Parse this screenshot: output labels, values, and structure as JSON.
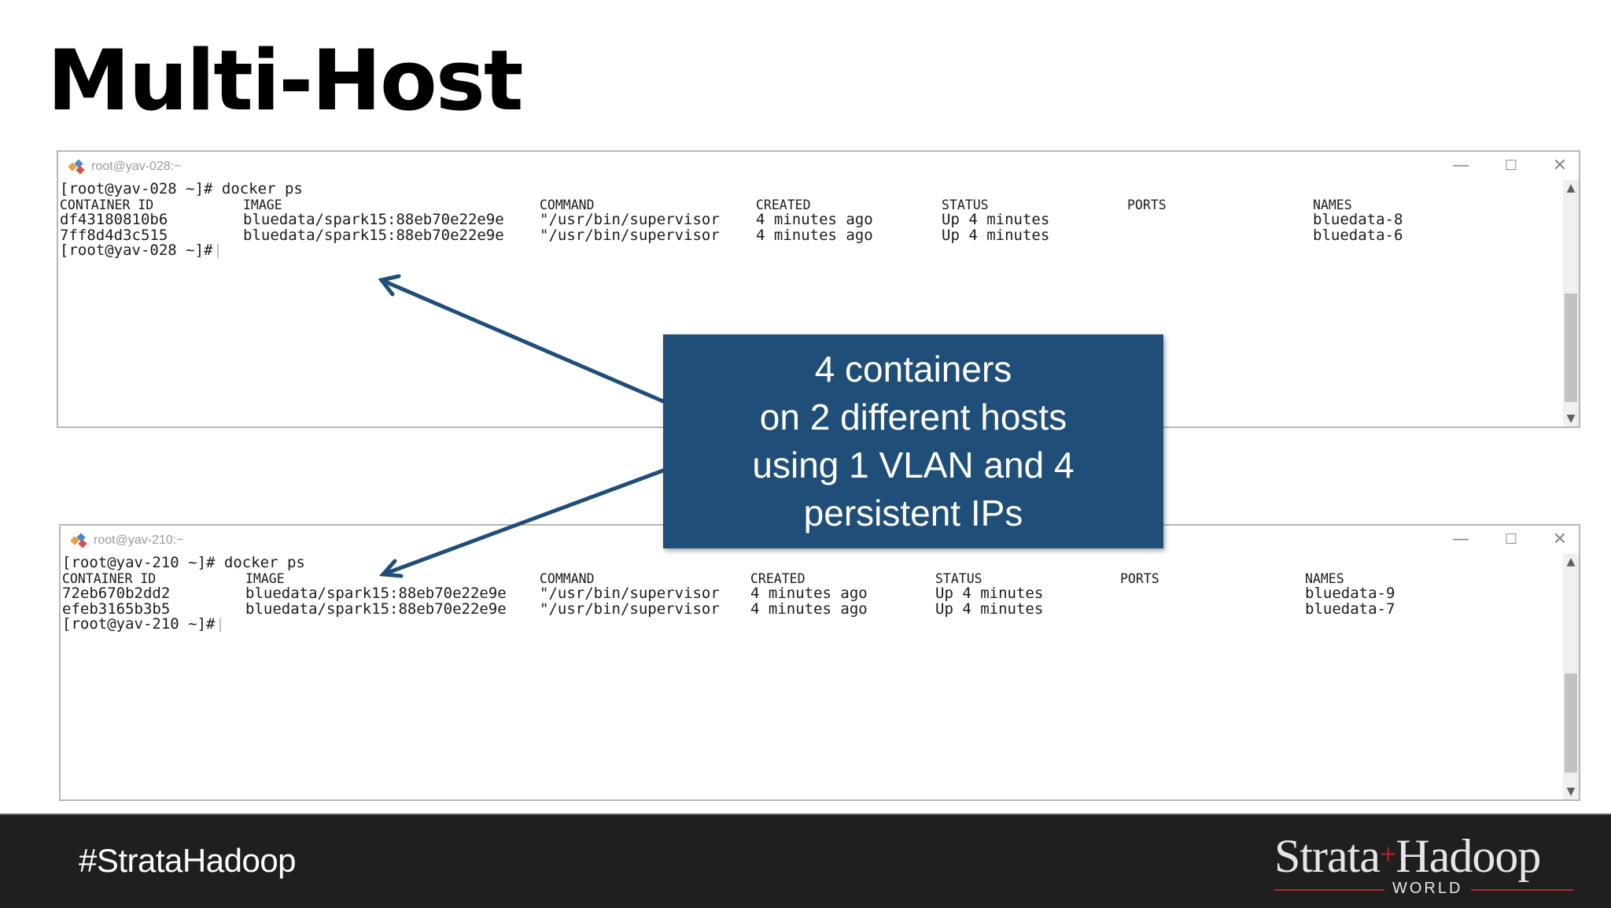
{
  "slide": {
    "title": "Multi-Host",
    "callout_lines": [
      "4 containers",
      "on 2 different hosts",
      "using 1 VLAN and 4",
      "persistent IPs"
    ],
    "hashtag": "#StrataHadoop",
    "logo": {
      "left": "Strata",
      "plus": "+",
      "right": "Hadoop",
      "world": "WORLD"
    }
  },
  "terminals": [
    {
      "window_title": "root@yav-028:~",
      "command_line": "[root@yav-028 ~]# docker ps",
      "prompt": "[root@yav-028 ~]#",
      "headers": [
        "CONTAINER ID",
        "IMAGE",
        "COMMAND",
        "CREATED",
        "STATUS",
        "PORTS",
        "NAMES"
      ],
      "rows": [
        [
          "df43180810b6",
          "bluedata/spark15:88eb70e22e9e",
          "\"/usr/bin/supervisor",
          "4 minutes ago",
          "Up 4 minutes",
          "",
          "bluedata-8"
        ],
        [
          "7ff8d4d3c515",
          "bluedata/spark15:88eb70e22e9e",
          "\"/usr/bin/supervisor",
          "4 minutes ago",
          "Up 4 minutes",
          "",
          "bluedata-6"
        ]
      ]
    },
    {
      "window_title": "root@yav-210:~",
      "command_line": "[root@yav-210 ~]# docker ps",
      "prompt": "[root@yav-210 ~]#",
      "headers": [
        "CONTAINER ID",
        "IMAGE",
        "COMMAND",
        "CREATED",
        "STATUS",
        "PORTS",
        "NAMES"
      ],
      "rows": [
        [
          "72eb670b2dd2",
          "bluedata/spark15:88eb70e22e9e",
          "\"/usr/bin/supervisor",
          "4 minutes ago",
          "Up 4 minutes",
          "",
          "bluedata-9"
        ],
        [
          "efeb3165b3b5",
          "bluedata/spark15:88eb70e22e9e",
          "\"/usr/bin/supervisor",
          "4 minutes ago",
          "Up 4 minutes",
          "",
          "bluedata-7"
        ]
      ]
    }
  ],
  "icons": {
    "app": "putty-icon",
    "minimize": "minimize-icon",
    "maximize": "maximize-icon",
    "close": "close-icon",
    "scroll_up": "scroll-up-icon",
    "scroll_down": "scroll-down-icon"
  },
  "colors": {
    "callout_bg": "#1f4e79",
    "arrow": "#1f4e79",
    "footer_bg": "#1f1f1f",
    "logo_accent": "#c0252b"
  }
}
